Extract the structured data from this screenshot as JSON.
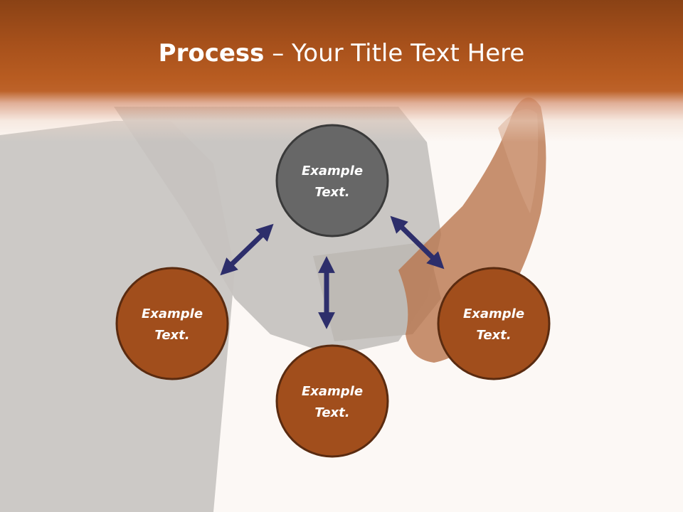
{
  "title": {
    "bold": "Process",
    "dash": " – ",
    "rest": "Your Title Text Here"
  },
  "colors": {
    "header": "#b85c21",
    "center_node": "#676767",
    "outer_node": "#a14e1c",
    "node_stroke": "#3a3a3a",
    "outer_stroke": "#5a2b10",
    "arrow": "#2d2e6b"
  },
  "nodes": [
    {
      "id": "top",
      "line1": "Example",
      "line2": "Text."
    },
    {
      "id": "left",
      "line1": "Example",
      "line2": "Text."
    },
    {
      "id": "bottom",
      "line1": "Example",
      "line2": "Text."
    },
    {
      "id": "right",
      "line1": "Example",
      "line2": "Text."
    }
  ],
  "arrows": [
    {
      "id": "top-left",
      "icon": "double-arrow-icon"
    },
    {
      "id": "center-vertical",
      "icon": "double-arrow-icon"
    },
    {
      "id": "top-right",
      "icon": "double-arrow-icon"
    }
  ]
}
